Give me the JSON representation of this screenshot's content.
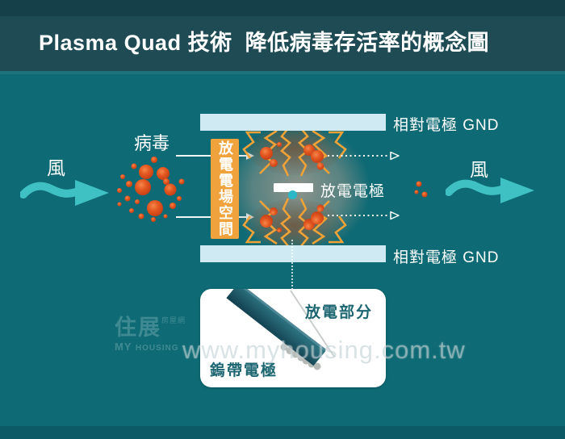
{
  "header": {
    "title": "Plasma Quad 技術  降低病毒存活率的概念圖"
  },
  "labels": {
    "wind_left": "風",
    "wind_right": "風",
    "virus": "病毒",
    "discharge_field": "放電電場空間",
    "counter_electrode_top": "相對電極 GND",
    "counter_electrode_bottom": "相對電極 GND",
    "discharge_electrode": "放電電極",
    "discharge_part": "放電部分",
    "tungsten_electrode": "鎢帶電極"
  },
  "watermark": {
    "logo_cn": "住展",
    "logo_cn_small": "房屋網",
    "logo_en_1": "MY ",
    "logo_en_2": "HOUSING",
    "url": "www.myhousing.com.tw"
  },
  "colors": {
    "header_bg": "#1e4b54",
    "header_top": "#15404a",
    "main_bg": "#0e6a74",
    "main_top_highlight": "#23777f",
    "footer_bg": "#0b5a65",
    "electrode_bar": "#cfeaf2",
    "field_box": "#f0a33c",
    "bolt": "#f1a236",
    "virus_core": "#e2561f",
    "virus_edge": "#bf3a14",
    "wind_arrow": "#3fc0c2",
    "electrode_dot": "#2bb7c6",
    "detail_text": "#1c6671",
    "band_dark": "#123f4e",
    "band_light": "#2b6f7d",
    "arrow_white": "#eef6f7"
  }
}
